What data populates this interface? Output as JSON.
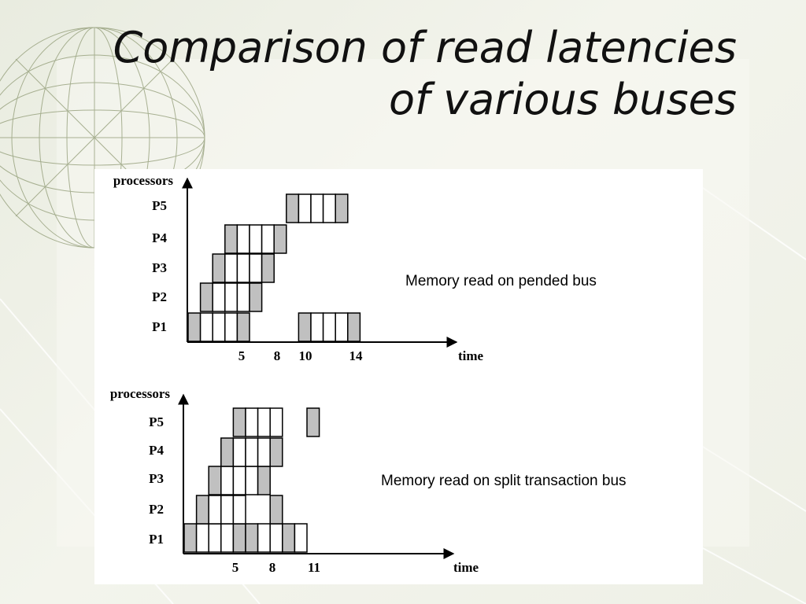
{
  "slide": {
    "title_line1": "Comparison of read latencies",
    "title_line2": "of various buses"
  },
  "colors": {
    "shaded_cell": "#c0c0c0",
    "empty_cell": "#ffffff",
    "line": "#000000",
    "panel": "#ffffff",
    "slide_background": "#eef0e6"
  },
  "icons": [
    "wireframe-globe-icon"
  ],
  "diagrams": [
    {
      "id": "pended",
      "y_axis_label": "processors",
      "x_axis_label": "time",
      "caption": "Memory read on pended bus",
      "processors": [
        "P5",
        "P4",
        "P3",
        "P2",
        "P1"
      ],
      "time_ticks": [
        "5",
        "8",
        "10",
        "14"
      ],
      "time_tick_values": [
        5,
        8,
        10,
        14
      ],
      "rows": [
        {
          "processor": "P1",
          "cells": [
            {
              "start": 0,
              "length": 1,
              "shaded": true
            },
            {
              "start": 1,
              "length": 3,
              "shaded": false
            },
            {
              "start": 4,
              "length": 1,
              "shaded": true
            },
            {
              "start": 9,
              "length": 1,
              "shaded": true
            },
            {
              "start": 10,
              "length": 3,
              "shaded": false
            },
            {
              "start": 13,
              "length": 1,
              "shaded": true
            }
          ]
        },
        {
          "processor": "P2",
          "cells": [
            {
              "start": 1,
              "length": 1,
              "shaded": true
            },
            {
              "start": 2,
              "length": 3,
              "shaded": false
            },
            {
              "start": 5,
              "length": 1,
              "shaded": true
            }
          ]
        },
        {
          "processor": "P3",
          "cells": [
            {
              "start": 2,
              "length": 1,
              "shaded": true
            },
            {
              "start": 3,
              "length": 3,
              "shaded": false
            },
            {
              "start": 6,
              "length": 1,
              "shaded": true
            }
          ]
        },
        {
          "processor": "P4",
          "cells": [
            {
              "start": 3,
              "length": 1,
              "shaded": true
            },
            {
              "start": 4,
              "length": 3,
              "shaded": false
            },
            {
              "start": 7,
              "length": 1,
              "shaded": true
            }
          ]
        },
        {
          "processor": "P5",
          "cells": [
            {
              "start": 8,
              "length": 1,
              "shaded": true
            },
            {
              "start": 9,
              "length": 3,
              "shaded": false
            },
            {
              "start": 12,
              "length": 1,
              "shaded": true
            }
          ]
        }
      ]
    },
    {
      "id": "split",
      "y_axis_label": "processors",
      "x_axis_label": "time",
      "caption": "Memory read on split transaction bus",
      "processors": [
        "P5",
        "P4",
        "P3",
        "P2",
        "P1"
      ],
      "time_ticks": [
        "5",
        "8",
        "11"
      ],
      "time_tick_values": [
        5,
        8,
        11
      ],
      "rows": [
        {
          "processor": "P1",
          "cells": [
            {
              "start": 0,
              "length": 1,
              "shaded": true
            },
            {
              "start": 1,
              "length": 3,
              "shaded": false
            },
            {
              "start": 4,
              "length": 1,
              "shaded": true
            },
            {
              "start": 5,
              "length": 1,
              "shaded": true
            },
            {
              "start": 6,
              "length": 2,
              "shaded": false
            },
            {
              "start": 8,
              "length": 1,
              "shaded": true
            },
            {
              "start": 9,
              "length": 1,
              "shaded": false
            }
          ]
        },
        {
          "processor": "P2",
          "cells": [
            {
              "start": 1,
              "length": 1,
              "shaded": true
            },
            {
              "start": 2,
              "length": 3,
              "shaded": false
            },
            {
              "start": 7,
              "length": 1,
              "shaded": true
            }
          ]
        },
        {
          "processor": "P3",
          "cells": [
            {
              "start": 2,
              "length": 1,
              "shaded": true
            },
            {
              "start": 3,
              "length": 3,
              "shaded": false
            },
            {
              "start": 6,
              "length": 1,
              "shaded": true
            }
          ]
        },
        {
          "processor": "P4",
          "cells": [
            {
              "start": 3,
              "length": 1,
              "shaded": true
            },
            {
              "start": 4,
              "length": 3,
              "shaded": false
            },
            {
              "start": 7,
              "length": 1,
              "shaded": true
            }
          ]
        },
        {
          "processor": "P5",
          "cells": [
            {
              "start": 4,
              "length": 1,
              "shaded": true
            },
            {
              "start": 5,
              "length": 3,
              "shaded": false
            },
            {
              "start": 10,
              "length": 1,
              "shaded": true
            }
          ]
        }
      ]
    }
  ]
}
